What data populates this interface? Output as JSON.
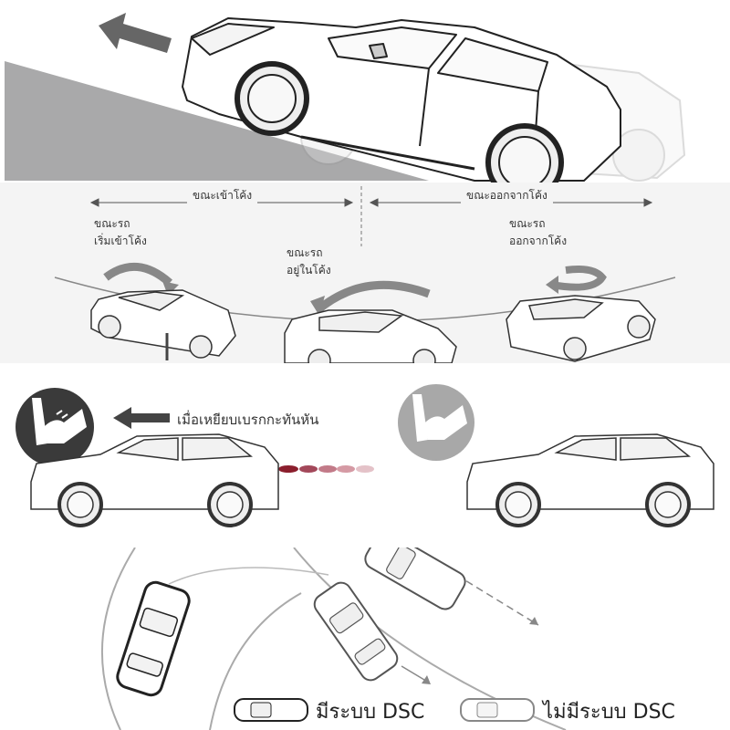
{
  "panel2": {
    "phase_entering": "ขณะเข้าโค้ง",
    "phase_exiting": "ขณะออกจากโค้ง",
    "label_start": [
      "ขณะรถ",
      "เริ่มเข้าโค้ง"
    ],
    "label_mid": [
      "ขณะรถ",
      "อยู่ในโค้ง"
    ],
    "label_exit": [
      "ขณะรถ",
      "ออกจากโค้ง"
    ]
  },
  "panel3": {
    "brake_text": "เมื่อเหยียบเบรกกะทันหัน"
  },
  "panel4": {
    "legend_with": "มีระบบ DSC",
    "legend_without": "ไม่มีระบบ DSC"
  }
}
